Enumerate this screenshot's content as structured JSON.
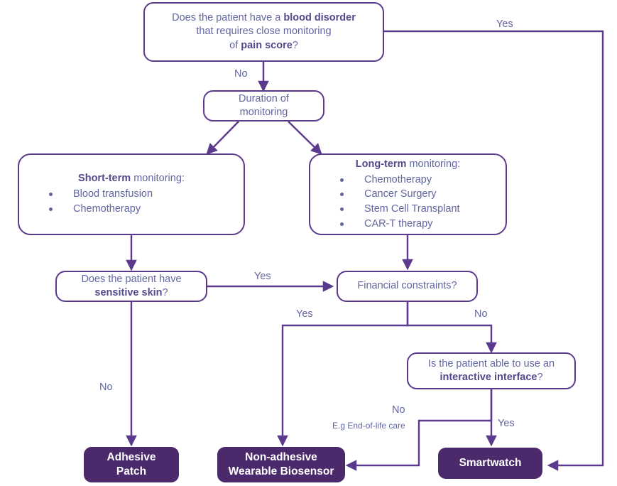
{
  "diagram": {
    "title": "Wearable device selection decision flowchart",
    "colors": {
      "stroke": "#5b3a8e",
      "text": "#6166a0",
      "bold_text": "#514a8c",
      "terminal_fill": "#4a2a6b",
      "terminal_text": "#ffffff",
      "background": "#ffffff"
    }
  },
  "nodes": {
    "blood_disorder": {
      "line1_pre": "Does the patient have a ",
      "line1_bold": "blood disorder",
      "line2": "that requires close monitoring",
      "line3_pre": "of ",
      "line3_bold": "pain score",
      "line3_post": "?"
    },
    "duration": {
      "line1": "Duration of",
      "line2": "monitoring"
    },
    "short_term": {
      "title_bold": "Short-term",
      "title_rest": " monitoring:",
      "items": [
        "Blood transfusion",
        "Chemotherapy"
      ]
    },
    "long_term": {
      "title_bold": "Long-term",
      "title_rest": " monitoring:",
      "items": [
        "Chemotherapy",
        "Cancer Surgery",
        "Stem Cell Transplant",
        "CAR-T therapy"
      ]
    },
    "sensitive_skin": {
      "line1": "Does the patient have",
      "line2_bold": "sensitive skin",
      "line2_post": "?"
    },
    "financial": {
      "line1": "Financial constraints?"
    },
    "interactive": {
      "line1": "Is the patient able to use an",
      "line2_bold": "interactive interface",
      "line2_post": "?"
    },
    "adhesive_patch": {
      "line1": "Adhesive",
      "line2": "Patch"
    },
    "non_adhesive": {
      "line1": "Non-adhesive",
      "line2": "Wearable Biosensor"
    },
    "smartwatch": {
      "line1": "Smartwatch"
    }
  },
  "edge_labels": {
    "blood_yes": "Yes",
    "blood_no": "No",
    "skin_yes": "Yes",
    "skin_no": "No",
    "financial_yes": "Yes",
    "financial_no": "No",
    "interactive_no": "No",
    "interactive_no_note": "E.g End-of-life care",
    "interactive_yes": "Yes"
  }
}
